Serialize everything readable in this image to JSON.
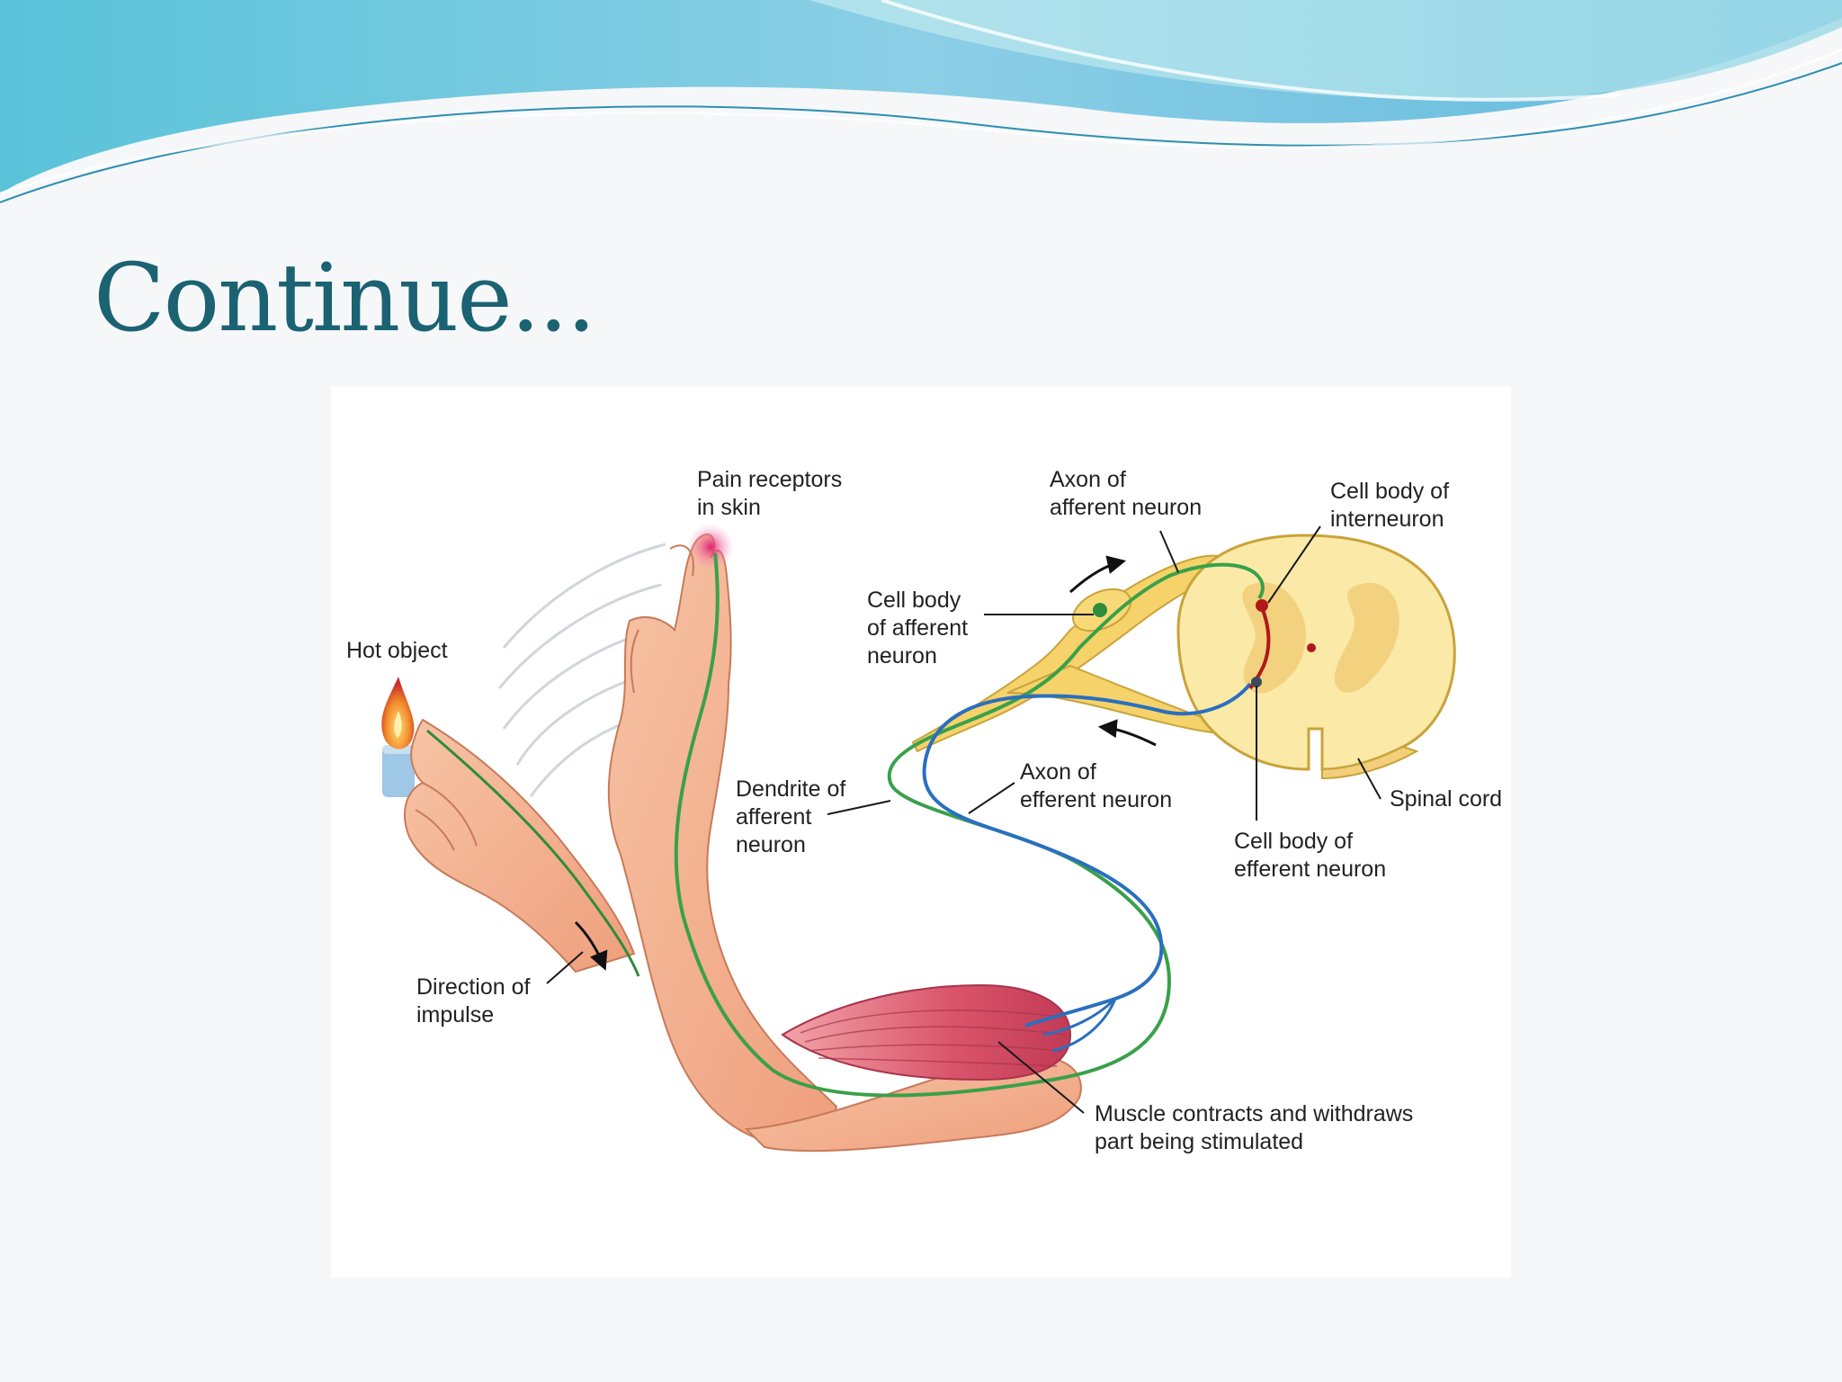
{
  "slide": {
    "title": "Continue..."
  },
  "diagram": {
    "labels": {
      "hot_object": "Hot object",
      "pain_receptors_1": "Pain receptors",
      "pain_receptors_2": "in skin",
      "axon_afferent_1": "Axon of",
      "axon_afferent_2": "afferent neuron",
      "cell_body_interneuron_1": "Cell body of",
      "cell_body_interneuron_2": "interneuron",
      "cell_body_afferent_1": "Cell body",
      "cell_body_afferent_2": "of afferent",
      "cell_body_afferent_3": "neuron",
      "dendrite_afferent_1": "Dendrite of",
      "dendrite_afferent_2": "afferent",
      "dendrite_afferent_3": "neuron",
      "axon_efferent_1": "Axon of",
      "axon_efferent_2": "efferent neuron",
      "spinal_cord": "Spinal cord",
      "cell_body_efferent_1": "Cell body of",
      "cell_body_efferent_2": "efferent neuron",
      "direction_impulse_1": "Direction of",
      "direction_impulse_2": "impulse",
      "muscle_1": "Muscle contracts and withdraws",
      "muscle_2": "part being stimulated"
    },
    "colors": {
      "afferent_neuron": "#3aa04a",
      "efferent_neuron": "#2a6fbf",
      "interneuron": "#b0181c",
      "nerve": "#f2c94c",
      "skin": "#f3b796",
      "muscle": "#d9536a",
      "spinal_white": "#fbe9a8",
      "spinal_gray": "#f2cf7a"
    }
  }
}
